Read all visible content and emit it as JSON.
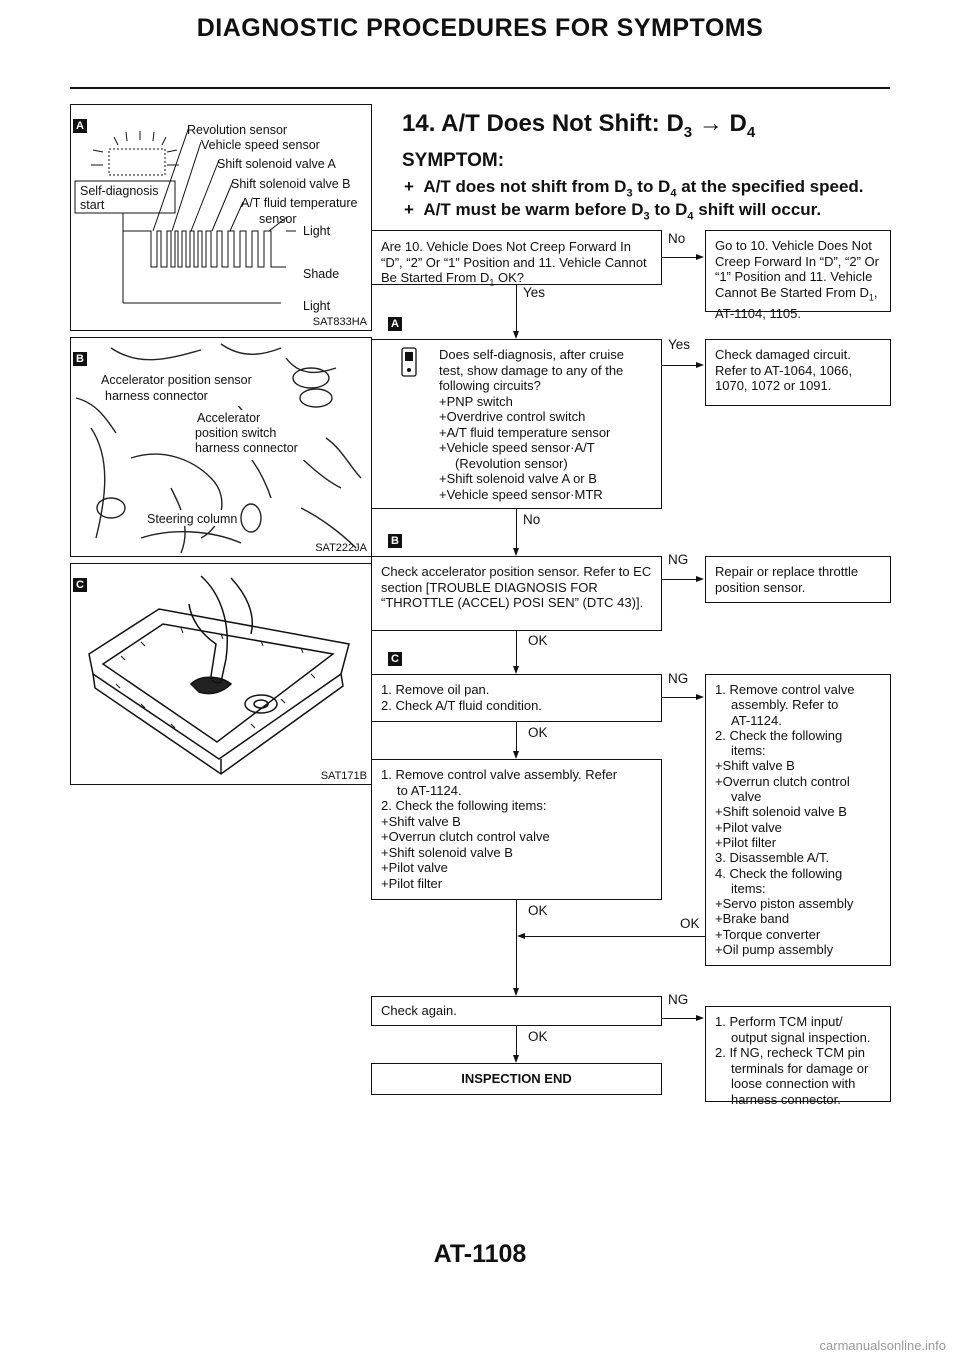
{
  "header": {
    "title": "DIAGNOSTIC PROCEDURES FOR SYMPTOMS"
  },
  "footer": {
    "page_number": "AT-1108",
    "watermark": "carmanualsonline.info"
  },
  "figures": {
    "a": {
      "marker": "A",
      "code": "SAT833HA",
      "labels": [
        "Revolution sensor",
        "Vehicle speed sensor",
        "Shift solenoid valve A",
        "Shift solenoid valve B",
        "A/T fluid temperature",
        "sensor",
        "Light",
        "Shade",
        "Light"
      ],
      "start_label": [
        "Self-diagnosis",
        "start"
      ]
    },
    "b": {
      "marker": "B",
      "code": "SAT222JA",
      "labels": [
        "Accelerator position sensor",
        "harness connector",
        "Accelerator",
        "position switch",
        "harness connector",
        "Steering column"
      ]
    },
    "c": {
      "marker": "C",
      "code": "SAT171B"
    }
  },
  "section": {
    "title_main": "14. A/T Does Not Shift: D",
    "title_sub1": "3",
    "title_arrow": " → D",
    "title_sub2": "4",
    "symptom_heading": "SYMPTOM:",
    "sym1": {
      "bullet": "+",
      "a": "A/T does not shift from D",
      "s1": "3",
      "b": " to D",
      "s2": "4",
      "c": " at the specified speed."
    },
    "sym2": {
      "bullet": "+",
      "a": "A/T must be warm before D",
      "s1": "3",
      "b": " to D",
      "s2": "4",
      "c": " shift will occur."
    }
  },
  "flow": {
    "step1": {
      "text_a": "Are 10. Vehicle Does Not Creep Forward In “D”, “2” Or “1” Position and 11. Vehicle Cannot Be Started From D",
      "sub": "1",
      "text_b": " OK?",
      "yes": "Yes",
      "no": "No",
      "side_a": "Go to 10. Vehicle Does Not Creep Forward In “D”, “2” Or “1” Position and 11. Vehicle Cannot Be Started From D",
      "side_sub": "1",
      "side_b": ", AT-1104, 1105."
    },
    "step2": {
      "lines": [
        "Does self-diagnosis, after cruise test, show damage to any of the following circuits?"
      ],
      "items": [
        "+PNP switch",
        "+Overdrive control switch",
        "+A/T fluid temperature sensor",
        "+Vehicle speed sensor·A/T",
        "(Revolution sensor)",
        "+Shift solenoid valve A or B",
        "+Vehicle speed sensor·MTR"
      ],
      "yes": "Yes",
      "no": "No",
      "side": "Check damaged circuit. Refer to AT-1064, 1066, 1070, 1072 or 1091."
    },
    "step3": {
      "text": "Check accelerator position sensor. Refer to EC section [TROUBLE DIAGNOSIS FOR “THROTTLE (ACCEL) POSI SEN” (DTC 43)].",
      "ng": "NG",
      "ok": "OK",
      "side": "Repair or replace throttle position sensor."
    },
    "step4": {
      "lines": [
        "1. Remove oil pan.",
        "2. Check A/T fluid condition."
      ],
      "ng": "NG",
      "ok": "OK",
      "side": [
        "1. Remove control valve",
        "assembly. Refer to",
        "AT-1124.",
        "2. Check the following",
        "items:",
        "+Shift valve B",
        "+Overrun clutch control",
        "valve",
        "+Shift solenoid valve B",
        "+Pilot valve",
        "+Pilot filter",
        "3. Disassemble A/T.",
        "4. Check the following",
        "items:",
        "+Servo piston assembly",
        "+Brake band",
        "+Torque converter",
        "+Oil pump assembly"
      ],
      "side_ok": "OK"
    },
    "step5": {
      "lines": [
        "1. Remove control valve assembly. Refer",
        "to AT-1124.",
        "2. Check the following items:",
        "+Shift valve B",
        "+Overrun clutch control valve",
        "+Shift solenoid valve B",
        "+Pilot valve",
        "+Pilot filter"
      ],
      "ok": "OK"
    },
    "step6": {
      "text": "Check again.",
      "ng": "NG",
      "ok": "OK",
      "side": [
        "1. Perform TCM input/",
        "output signal inspection.",
        "2. If NG, recheck TCM pin",
        "terminals for damage or",
        "loose connection with",
        "harness connector."
      ]
    },
    "end": {
      "text": "INSPECTION END"
    },
    "markers": [
      "A",
      "B",
      "C"
    ]
  }
}
